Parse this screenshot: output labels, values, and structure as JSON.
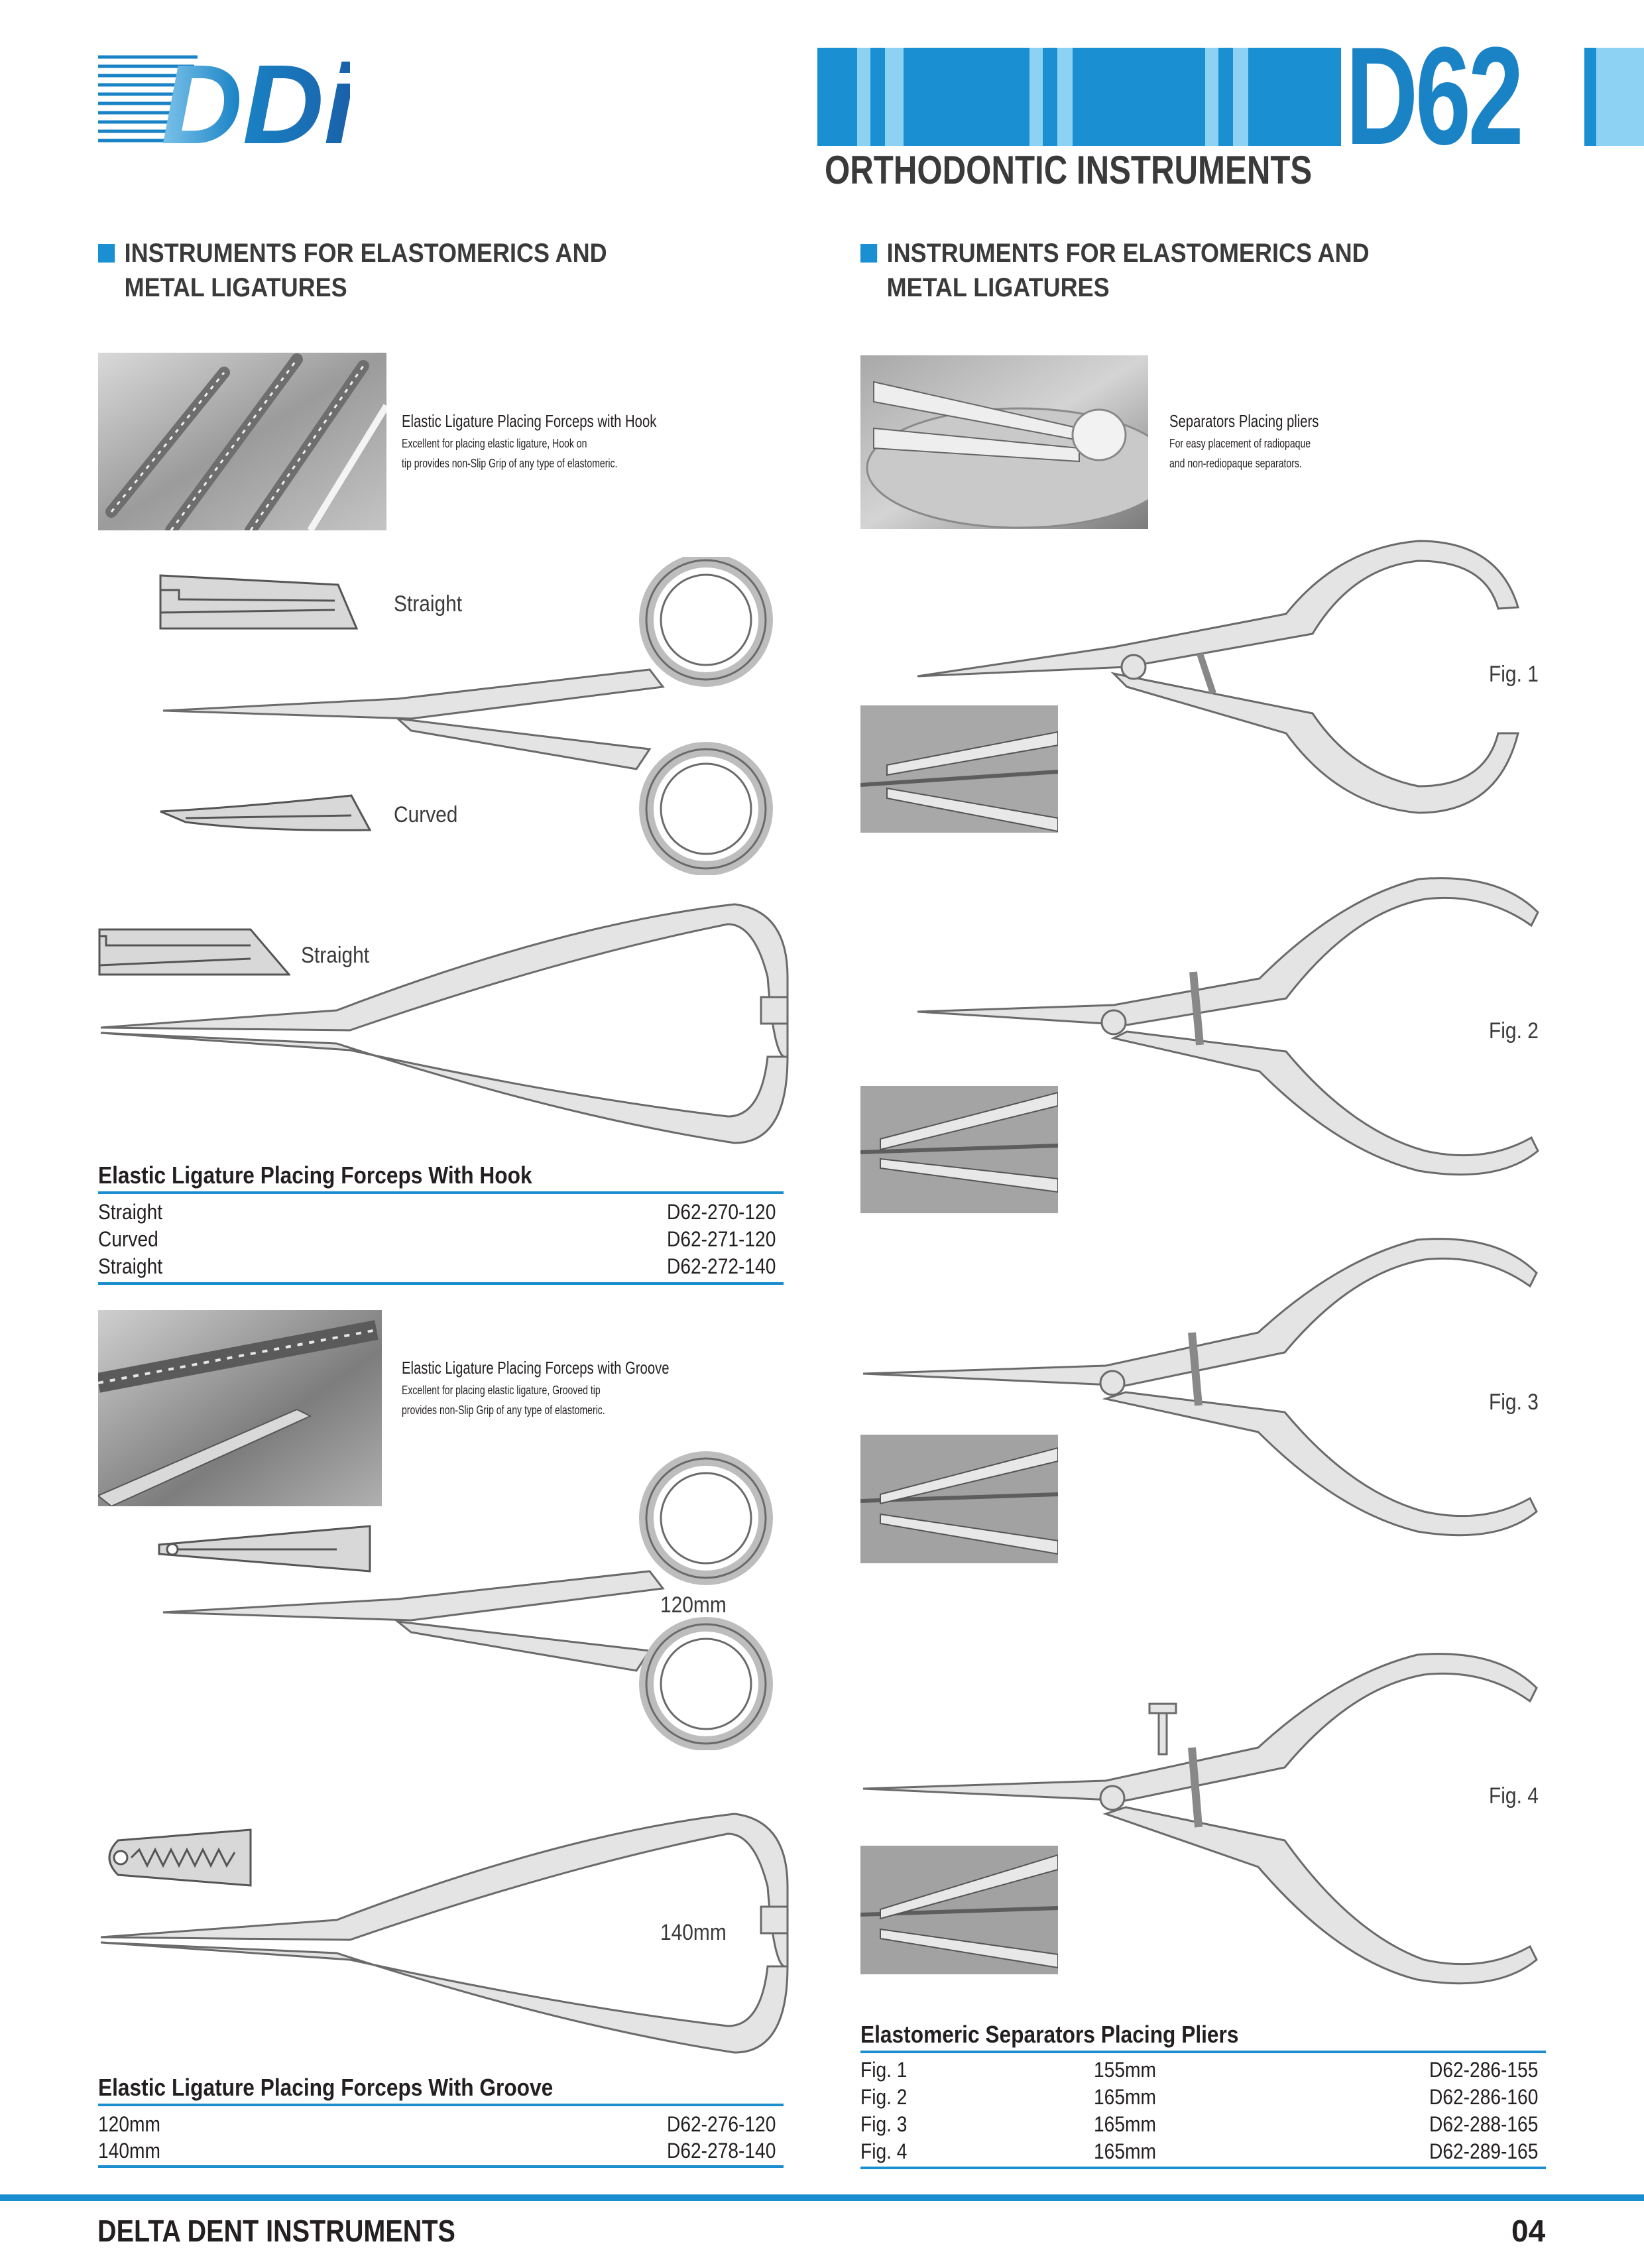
{
  "header": {
    "logo_text": "DDi",
    "catalog_code": "D62",
    "subtitle": "ORTHODONTIC INSTRUMENTS",
    "brand_color": "#1a83c5"
  },
  "left": {
    "section_heading_1": "INSTRUMENTS FOR ELASTOMERICS AND",
    "section_heading_2": "METAL LIGATURES",
    "hook_desc": {
      "title": "Elastic Ligature Placing Forceps with Hook",
      "line1": "Excellent for placing elastic ligature, Hook on",
      "line2": "tip provides non-Slip Grip of any type of elastomeric."
    },
    "hook_labels": {
      "straight": "Straight",
      "curved": "Curved",
      "straight2": "Straight"
    },
    "hook_table": {
      "title": "Elastic Ligature Placing Forceps With Hook",
      "rows": [
        {
          "name": "Straight",
          "code": "D62-270-120"
        },
        {
          "name": "Curved",
          "code": "D62-271-120"
        },
        {
          "name": "Straight",
          "code": "D62-272-140"
        }
      ]
    },
    "groove_desc": {
      "title": "Elastic Ligature Placing Forceps with Groove",
      "line1": "Excellent for placing elastic ligature, Grooved tip",
      "line2": "provides non-Slip Grip of any type of elastomeric."
    },
    "groove_labels": {
      "size1": "120mm",
      "size2": "140mm"
    },
    "groove_table": {
      "title": "Elastic Ligature Placing Forceps With Groove",
      "rows": [
        {
          "name": "120mm",
          "code": "D62-276-120"
        },
        {
          "name": "140mm",
          "code": "D62-278-140"
        }
      ]
    }
  },
  "right": {
    "section_heading_1": "INSTRUMENTS FOR ELASTOMERICS AND",
    "section_heading_2": "METAL LIGATURES",
    "sep_desc": {
      "title": "Separators Placing pliers",
      "line1": "For easy placement of radiopaque",
      "line2": "and non-rediopaque separators."
    },
    "figs": [
      "Fig. 1",
      "Fig. 2",
      "Fig. 3",
      "Fig. 4"
    ],
    "sep_table": {
      "title": "Elastomeric Separators Placing Pliers",
      "rows": [
        {
          "fig": "Fig. 1",
          "size": "155mm",
          "code": "D62-286-155"
        },
        {
          "fig": "Fig. 2",
          "size": "165mm",
          "code": "D62-286-160"
        },
        {
          "fig": "Fig. 3",
          "size": "165mm",
          "code": "D62-288-165"
        },
        {
          "fig": "Fig. 4",
          "size": "165mm",
          "code": "D62-289-165"
        }
      ]
    }
  },
  "footer": {
    "company": "DELTA DENT INSTRUMENTS",
    "page": "04"
  }
}
